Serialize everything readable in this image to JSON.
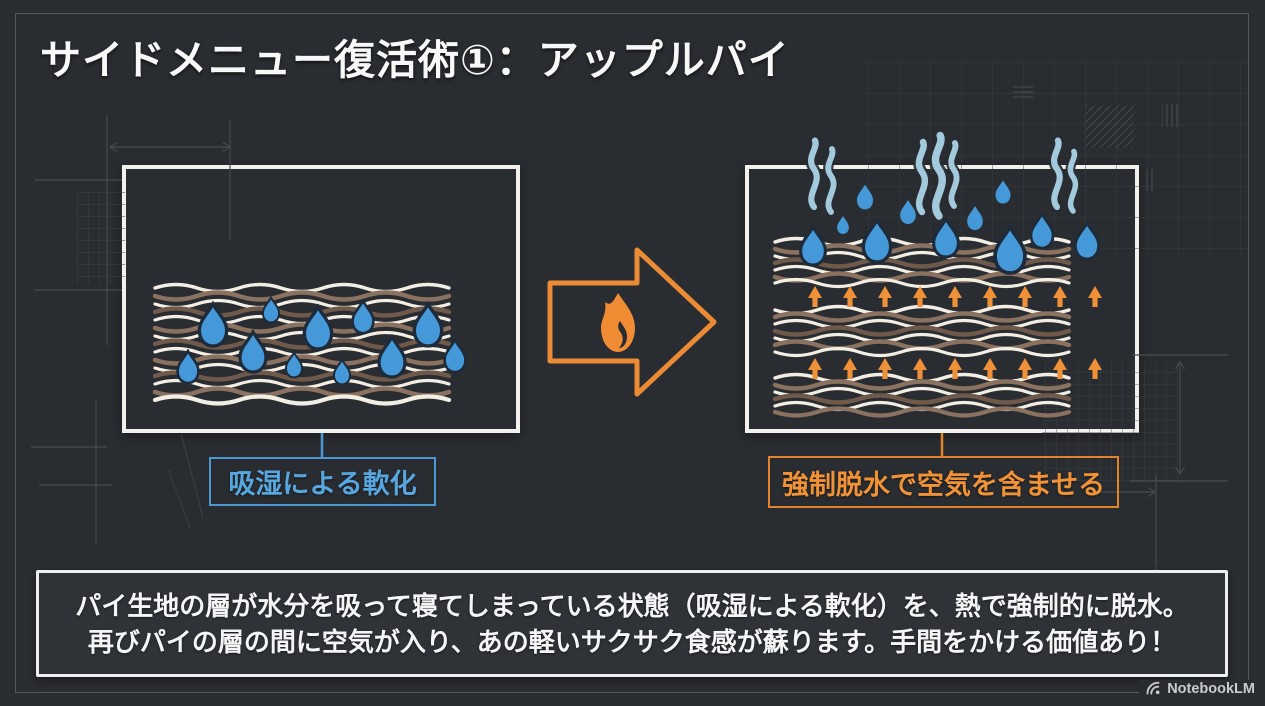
{
  "slide_title": "サイドメニュー復活術①：アップルパイ",
  "left_panel": {
    "caption": "吸湿による軟化",
    "illustration": "soggy-pastry-layers-with-absorbed-water-droplets",
    "droplet_count": 11,
    "accent_color": "#4a98d4"
  },
  "transition": {
    "icon": "flame-icon",
    "shape": "right-arrow-outline",
    "accent_color": "#ec8b35"
  },
  "right_panel": {
    "caption": "強制脱水で空気を含ませる",
    "illustration": "pastry-layers-releasing-droplets-and-steam-with-rising-air-arrows",
    "droplet_count": 11,
    "steam_cluster_count": 3,
    "up_arrow_count": 18,
    "accent_color": "#e2832c"
  },
  "summary": {
    "line1": "パイ生地の層が水分を吸って寝てしまっている状態（吸湿による軟化）を、熱で強制的に脱水。",
    "line2": "再びパイの層の間に空気が入り、あの軽いサクサク食感が蘇ります。手間をかける価値あり！"
  },
  "watermark": {
    "brand": "NotebookLM",
    "icon": "notebooklm-logo-icon"
  },
  "colors": {
    "background": "#292c30",
    "frame_border": "#54585d",
    "panel_border": "#f2f1ed",
    "droplet_blue": "#4599d9",
    "droplet_outline": "#1d2b3a",
    "pastry_brown": "#8a7160",
    "pastry_cream": "#f3eee4",
    "steam_blue": "#a3c9dd",
    "flame_orange": "#f08c33",
    "text_white": "#f4f5f6"
  }
}
